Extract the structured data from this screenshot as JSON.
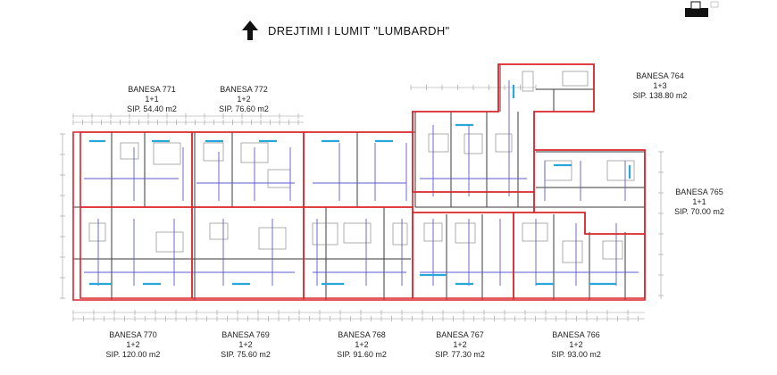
{
  "header": {
    "title": "DREJTIMI  I LUMIT \"LUMBARDH\""
  },
  "apartments": [
    {
      "id": "771",
      "name": "BANESA 771",
      "type": "1+1",
      "area": "SIP.  54.40 m2"
    },
    {
      "id": "772",
      "name": "BANESA 772",
      "type": "1+2",
      "area": "SIP.  76.60 m2"
    },
    {
      "id": "764",
      "name": "BANESA 764",
      "type": "1+3",
      "area": "SIP.  138.80 m2"
    },
    {
      "id": "765",
      "name": "BANESA 765",
      "type": "1+1",
      "area": "SIP.  70.00 m2"
    },
    {
      "id": "770",
      "name": "BANESA 770",
      "type": "1+2",
      "area": "SIP.  120.00 m2"
    },
    {
      "id": "769",
      "name": "BANESA 769",
      "type": "1+2",
      "area": "SIP.  75.60 m2"
    },
    {
      "id": "768",
      "name": "BANESA 768",
      "type": "1+2",
      "area": "SIP.  91.60 m2"
    },
    {
      "id": "767",
      "name": "BANESA 767",
      "type": "1+2",
      "area": "SIP.  77.30 m2"
    },
    {
      "id": "766",
      "name": "BANESA 766",
      "type": "1+2",
      "area": "SIP.  93.00 m2"
    }
  ],
  "colors": {
    "boundary": "#d9262b",
    "wall": "#3a3a3a",
    "partition": "#5b5bd6",
    "window": "#2aa7d9",
    "dimension": "#9a9a9a"
  },
  "icons": {
    "north": "north-arrow-icon",
    "logo": "seal-logo-icon"
  }
}
